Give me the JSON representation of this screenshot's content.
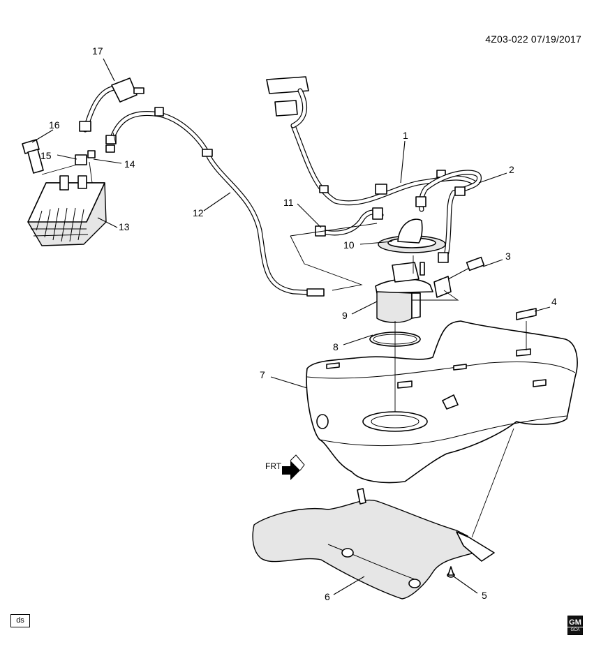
{
  "doc_code": "4Z03-022 07/19/2017",
  "ds_label": "ds",
  "frt_label": "FRT",
  "gm_logo": {
    "top": "GM",
    "bottom": "GCA"
  },
  "callouts": [
    "1",
    "2",
    "3",
    "4",
    "5",
    "6",
    "7",
    "8",
    "9",
    "10",
    "11",
    "12",
    "13",
    "14",
    "15",
    "16",
    "17"
  ]
}
